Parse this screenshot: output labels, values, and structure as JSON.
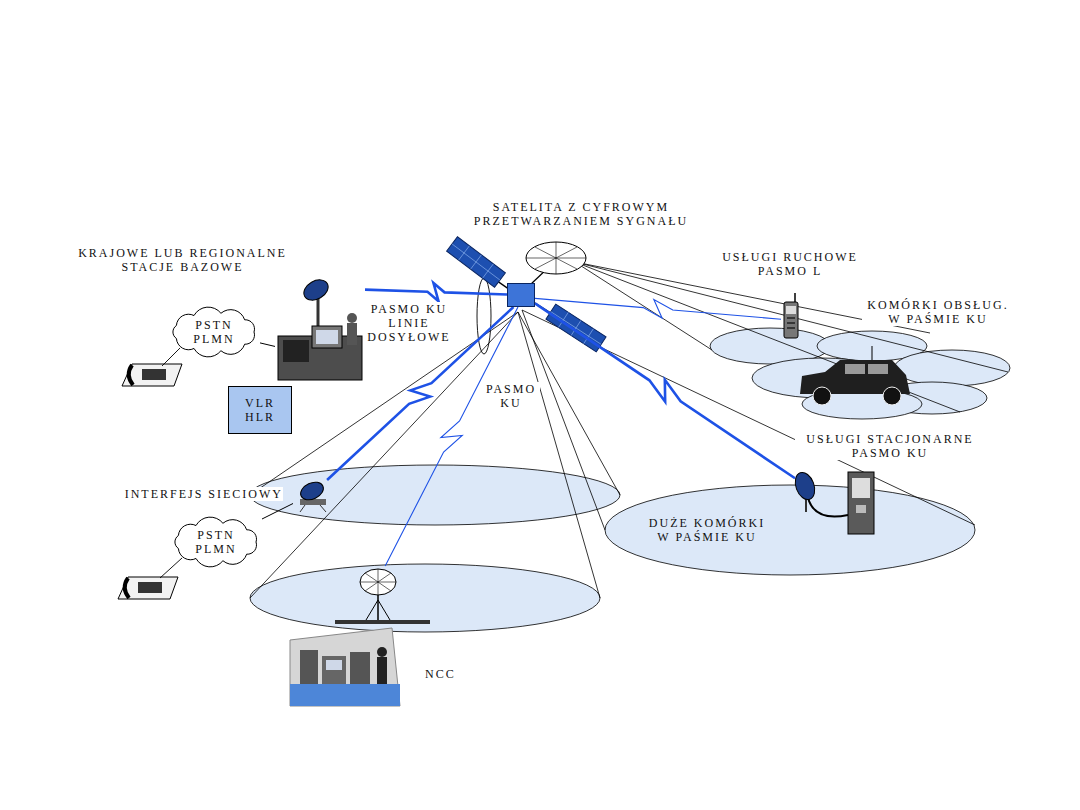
{
  "diagram": {
    "nodes": [
      {
        "text": [
          "SATELITA Z CYFROWYM PRZETWARZANIEM SYGNAŁU"
        ]
      },
      {
        "text": [
          "KRAJOWE LUB REGIONALNE STACJE BAZOWE"
        ]
      },
      {
        "text": [
          "PSTN PLMN"
        ]
      },
      {
        "text": [
          "VLR HLR"
        ]
      },
      {
        "text": [
          "INTERFEJS SIECIOWY"
        ]
      },
      {
        "text": [
          "PSTN PLMN"
        ]
      },
      {
        "text": [
          "NCC"
        ]
      },
      {
        "text": [
          "USŁUGI RUCHOWE PASMO L"
        ]
      },
      {
        "text": [
          "KOMÓRKI OBSŁUG. W PAŚMIE KU"
        ]
      },
      {
        "text": [
          "USŁUGI STACJONARNE PASMO KU"
        ]
      },
      {
        "text": [
          "DUŻE KOMÓRKI W PAŚMIE KU"
        ]
      }
    ],
    "edges": [
      {
        "from": 0,
        "to": 1,
        "arrow": "none"
      },
      {
        "from": 0,
        "to": 4,
        "arrow": "none"
      },
      {
        "from": 0,
        "to": 6,
        "arrow": "none"
      },
      {
        "from": 0,
        "to": 7,
        "arrow": "none"
      },
      {
        "from": 0,
        "to": 9,
        "arrow": "none"
      },
      {
        "from": 2,
        "to": 1,
        "arrow": "none"
      },
      {
        "from": 5,
        "to": 4,
        "arrow": "none"
      }
    ],
    "labels": [
      "PASMO KU LINIE DOSYŁOWE",
      "PASMO KU"
    ]
  }
}
